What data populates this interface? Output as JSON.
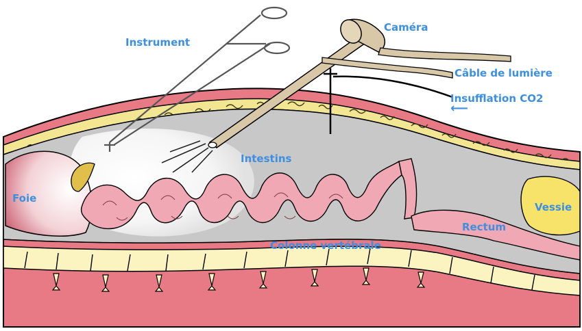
{
  "labels": {
    "instrument": "Instrument",
    "camera": "Caméra",
    "light_cable": "Câble de lumière",
    "co2": "Insufflation CO2",
    "liver": "Foie",
    "intestines": "Intestins",
    "bladder": "Vessie",
    "rectum": "Rectum",
    "spine": "Colonne vertébrale"
  },
  "icons": {
    "co2_arrow": "left-arrow-icon"
  },
  "colors": {
    "label": "#3d8fe0",
    "skin": "#e87a86",
    "fat": "#f3e693",
    "cavity": "#c8c8c8",
    "intestine": "#f0a8b4",
    "bone": "#fbf3c0",
    "bladder": "#f7e26a"
  }
}
